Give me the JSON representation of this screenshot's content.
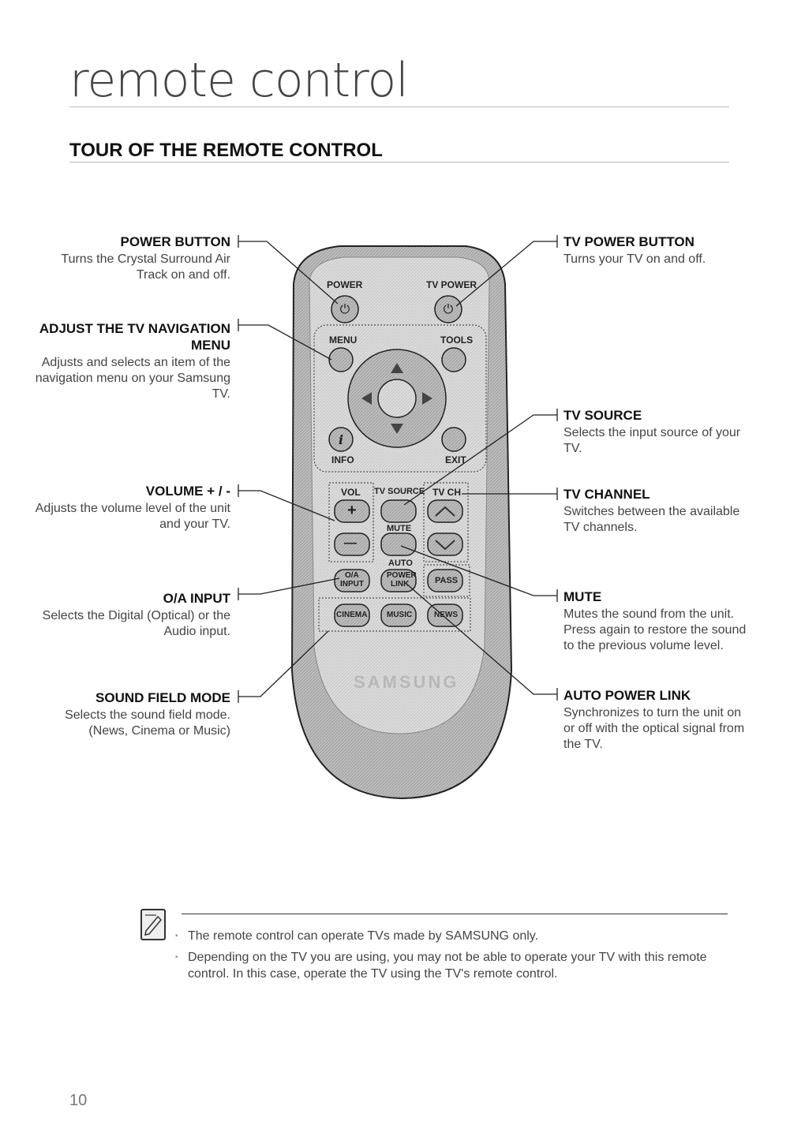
{
  "page_title": "remote control",
  "section_title": "TOUR OF THE REMOTE CONTROL",
  "callouts_left": [
    {
      "title": "POWER BUTTON",
      "desc": "Turns the Crystal Surround Air Track on and off."
    },
    {
      "title": "ADJUST THE TV NAVIGATION MENU",
      "desc": "Adjusts and selects an item of the navigation menu on your Samsung TV."
    },
    {
      "title": "VOLUME + / -",
      "desc": "Adjusts the volume level of the unit and your TV."
    },
    {
      "title": "O/A INPUT",
      "desc": "Selects the Digital (Optical) or the Audio input."
    },
    {
      "title": "SOUND FIELD MODE",
      "desc": "Selects the sound field mode. (News, Cinema or Music)"
    }
  ],
  "callouts_right": [
    {
      "title": "TV POWER BUTTON",
      "desc": "Turns your TV on and off."
    },
    {
      "title": "TV SOURCE",
      "desc": "Selects the input source of your TV."
    },
    {
      "title": "TV CHANNEL",
      "desc": "Switches between the available TV channels."
    },
    {
      "title": "MUTE",
      "desc": "Mutes the sound from the unit. Press again to restore the sound to the previous volume level."
    },
    {
      "title": "AUTO POWER LINK",
      "desc": "Synchronizes to turn the unit on or off with the optical signal from the TV."
    }
  ],
  "remote": {
    "power": "POWER",
    "tv_power": "TV POWER",
    "menu": "MENU",
    "tools": "TOOLS",
    "info": "INFO",
    "exit": "EXIT",
    "vol": "VOL",
    "tv_source": "TV SOURCE",
    "tv_ch": "TV CH",
    "mute": "MUTE",
    "auto": "AUTO",
    "oa": "O/A",
    "input": "INPUT",
    "power_link_1": "POWER",
    "power_link_2": "LINK",
    "pass": "PASS",
    "cinema": "CINEMA",
    "music": "MUSIC",
    "news": "NEWS",
    "brand": "SAMSUNG",
    "vol_plus": "+",
    "vol_minus": "—"
  },
  "notes": [
    "The remote control can operate TVs made by SAMSUNG only.",
    "Depending on the TV you are using, you may not be able to operate your TV with this remote control. In this case, operate the TV using the TV's remote control."
  ],
  "page_number": "10",
  "colors": {
    "remote_body": "#a9a9a9",
    "remote_face": "#d4d4d4",
    "button": "#bdbdbd"
  }
}
